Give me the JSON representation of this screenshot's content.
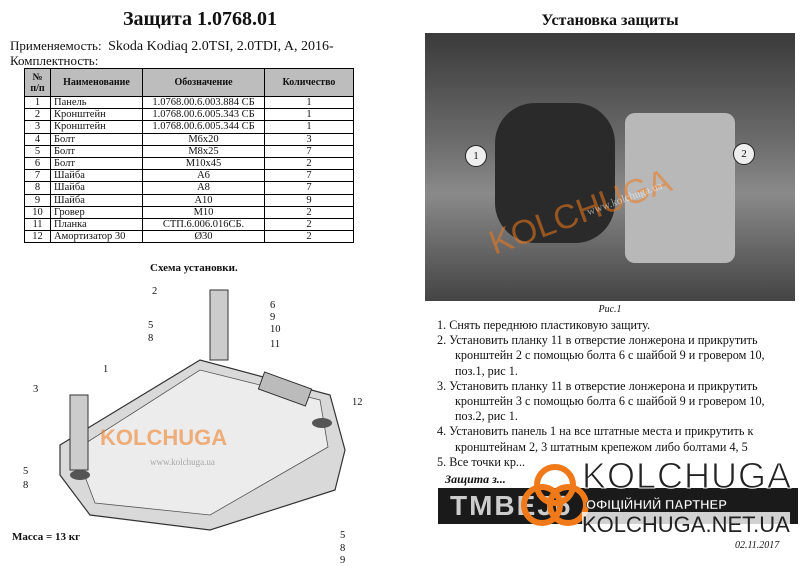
{
  "left": {
    "title": "Защита 1.0768.01",
    "applicability_label": "Применяемость:",
    "applicability": "Skoda Kodiaq 2.0TSI, 2.0TDI, A, 2016-",
    "kit_label": "Комплектность:",
    "table": {
      "headers": [
        "№ п/п",
        "Наименование",
        "Обозначение",
        "Количество"
      ],
      "rows": [
        [
          "1",
          "Панель",
          "1.0768.00.6.003.884 СБ",
          "1"
        ],
        [
          "2",
          "Кронштейн",
          "1.0768.00.6.005.343 СБ",
          "1"
        ],
        [
          "3",
          "Кронштейн",
          "1.0768.00.6.005.344 СБ",
          "1"
        ],
        [
          "4",
          "Болт",
          "M6x20",
          "3"
        ],
        [
          "5",
          "Болт",
          "M8x25",
          "7"
        ],
        [
          "6",
          "Болт",
          "M10x45",
          "2"
        ],
        [
          "7",
          "Шайба",
          "A6",
          "7"
        ],
        [
          "8",
          "Шайба",
          "A8",
          "7"
        ],
        [
          "9",
          "Шайба",
          "A10",
          "9"
        ],
        [
          "10",
          "Гровер",
          "M10",
          "2"
        ],
        [
          "11",
          "Планка",
          "СТП.6.006.016СБ.",
          "2"
        ],
        [
          "12",
          "Амортизатор 30",
          "Ø30",
          "2"
        ]
      ]
    },
    "scheme_title": "Схема установки.",
    "callouts": [
      "2",
      "6",
      "9",
      "10",
      "11",
      "5",
      "8",
      "1",
      "3",
      "12",
      "5",
      "8",
      "5",
      "8",
      "9"
    ],
    "watermark": "KOLCHUGA",
    "watermark_url": "www.kolchuga.ua",
    "mass": "Масса = 13 кг"
  },
  "right": {
    "title": "Установка защиты",
    "photo_callouts": [
      "1",
      "2"
    ],
    "photo_watermark": "KOLCHUGA",
    "photo_watermark_url": "www.kolchuga.ua",
    "caption": "Рис.1",
    "steps": [
      "1. Снять переднюю пластиковую защиту.",
      "2. Установить планку 11 в отверстие лонжерона и прикрутить кронштейн 2 с помощью болта 6 с шайбой 9 и гровером 10, поз.1, рис 1.",
      "3. Установить планку 11 в отверстие лонжерона и прикрутить кронштейн 3 с помощью болта 6 с шайбой 9 и гровером 10, поз.2, рис 1.",
      "4. Установить панель 1 на все штатные места и прикрутить к кронштейнам 2, 3 штатным крепежом либо болтами 4, 5",
      "5. Все точки кр..."
    ],
    "note": "Защита з...",
    "plate": "TMBEJ6",
    "logo": {
      "name": "KOLCHUGA",
      "tagline": "ОФІЦІЙНИЙ ПАРТНЕР",
      "url": "KOLCHUGA.NET.UA"
    },
    "date": "02.11.2017",
    "accent": "#f07a1a"
  }
}
